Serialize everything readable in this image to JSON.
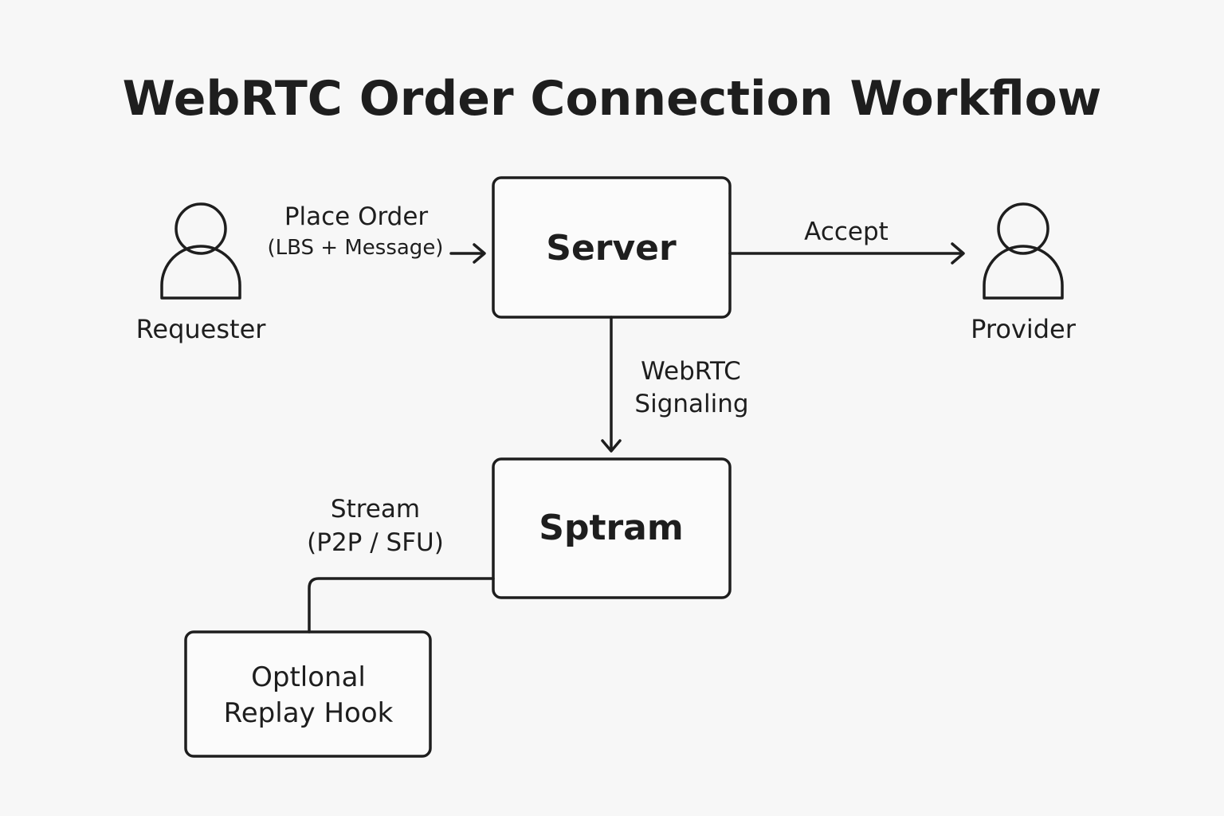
{
  "title": "WebRTC Order Connection Workflow",
  "actors": {
    "requester": {
      "label": "Requester",
      "icon": "person-icon"
    },
    "provider": {
      "label": "Provider",
      "icon": "person-icon"
    }
  },
  "nodes": {
    "server": {
      "label": "Server"
    },
    "stream": {
      "label": "Sptram"
    },
    "replay": {
      "label_line1": "Optlonal",
      "label_line2": "Replay Hook"
    }
  },
  "edges": {
    "place_order": {
      "label_line1": "Place Order",
      "label_line2": "(LBS + Message)"
    },
    "accept": {
      "label": "Accept"
    },
    "signaling": {
      "label_line1": "WebRTC",
      "label_line2": "Signaling"
    },
    "stream_link": {
      "label_line1": "Stream",
      "label_line2": "(P2P / SFU)"
    }
  },
  "colors": {
    "background": "#f7f7f7",
    "ink": "#1e1e1e"
  }
}
